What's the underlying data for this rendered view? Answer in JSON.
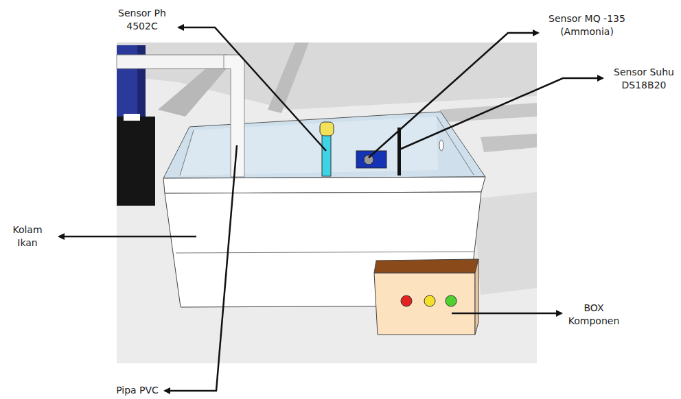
{
  "diagram": {
    "labels": [
      "Sensor Ph 4502C",
      "Sensor MQ -135 (Ammonia)",
      "Sensor Suhu DS18B20",
      "Kolam Ikan",
      "BOX Komponen",
      "Pipa PVC"
    ]
  }
}
